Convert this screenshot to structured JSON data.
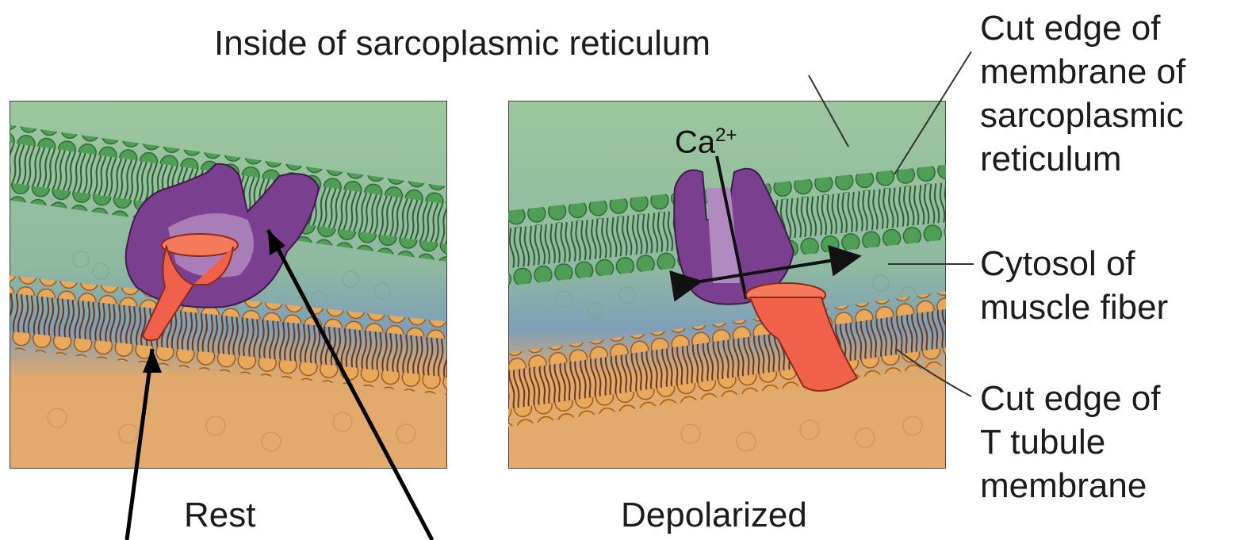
{
  "title": "Inside of sarcoplasmic reticulum",
  "panels": {
    "rest": {
      "caption": "Rest"
    },
    "depolarized": {
      "caption": "Depolarized",
      "ion": "Ca",
      "ion_charge": "2+"
    }
  },
  "side_labels": {
    "sr_membrane": [
      "Cut edge of",
      "membrane of",
      "sarcoplasmic",
      "reticulum"
    ],
    "cytosol": [
      "Cytosol of",
      "muscle fiber"
    ],
    "t_tubule": [
      "Cut edge of",
      "T tubule",
      "membrane"
    ]
  },
  "colors": {
    "sr_lumen": "#98c49a",
    "cytosol": "#8fb3a8",
    "t_tubule_lumen": "#e2a86a",
    "sr_heads": "#4f9e56",
    "tt_heads": "#e9a85a",
    "ryanodine_receptor": "#7a3f8f",
    "dhp_receptor": "#f0604a"
  }
}
